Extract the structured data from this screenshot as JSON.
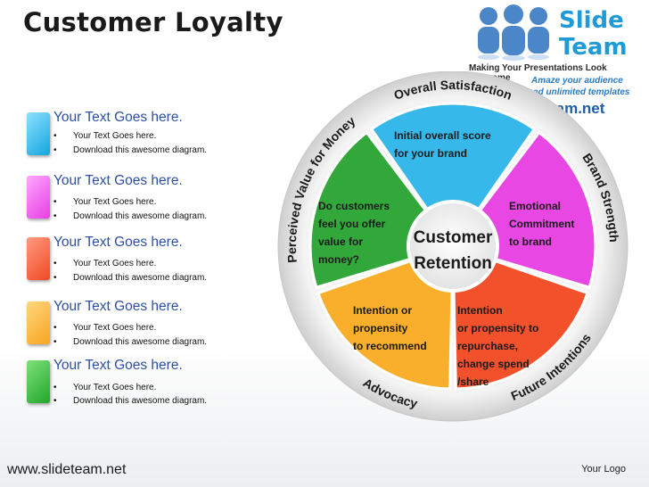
{
  "title": "Customer Loyalty",
  "logo": {
    "word1": "Slide",
    "word2": "Team",
    "tagline": "Making Your Presentations Look Awesome",
    "amaze": "Amaze your audience",
    "download": "Download unlimited templates",
    "url": "www.slideteam.net"
  },
  "items": [
    {
      "heading": "Your Text Goes here.",
      "bullets": [
        "Your Text Goes here.",
        "Download this awesome diagram."
      ],
      "color": "#12a6de"
    },
    {
      "heading": "Your Text Goes here.",
      "bullets": [
        "Your Text Goes here.",
        "Download this awesome diagram."
      ],
      "color": "#e63ee2"
    },
    {
      "heading": "Your Text Goes here.",
      "bullets": [
        "Your Text Goes here.",
        "Download this awesome diagram."
      ],
      "color": "#f04a24"
    },
    {
      "heading": "Your Text Goes here.",
      "bullets": [
        "Your Text Goes here.",
        "Download this awesome diagram."
      ],
      "color": "#f7a51f"
    },
    {
      "heading": "Your Text Goes here.",
      "bullets": [
        "Your Text Goes here.",
        "Download this awesome diagram."
      ],
      "color": "#22a62a"
    }
  ],
  "diagram": {
    "center": [
      "Customer",
      "Retention"
    ],
    "segments": [
      {
        "label": [
          "Initial overall score",
          "for your brand"
        ],
        "outer": "Overall Satisfaction",
        "color": "#37b8ea"
      },
      {
        "label": [
          "Emotional",
          "Commitment",
          "to brand"
        ],
        "outer": "Brand Strength",
        "color": "#e847e4"
      },
      {
        "label": [
          "Intention",
          "or propensity to",
          "repurchase,",
          "change spend",
          "/share"
        ],
        "outer": "Future Intentions",
        "color": "#f2512c"
      },
      {
        "label": [
          "Intention or",
          "propensity",
          "to recommend"
        ],
        "outer": "Advocacy",
        "color": "#f9ae2c"
      },
      {
        "label": [
          "Do customers",
          "feel you offer",
          "value for",
          "money?"
        ],
        "outer": "Perceived Value for Money",
        "color": "#32a83a"
      }
    ]
  },
  "footer": {
    "url": "www.slideteam.net",
    "logo": "Your Logo"
  },
  "colors": {
    "title": "#1a1a1a",
    "heading": "#2e4fa3",
    "ring": "#dcdcdc"
  }
}
